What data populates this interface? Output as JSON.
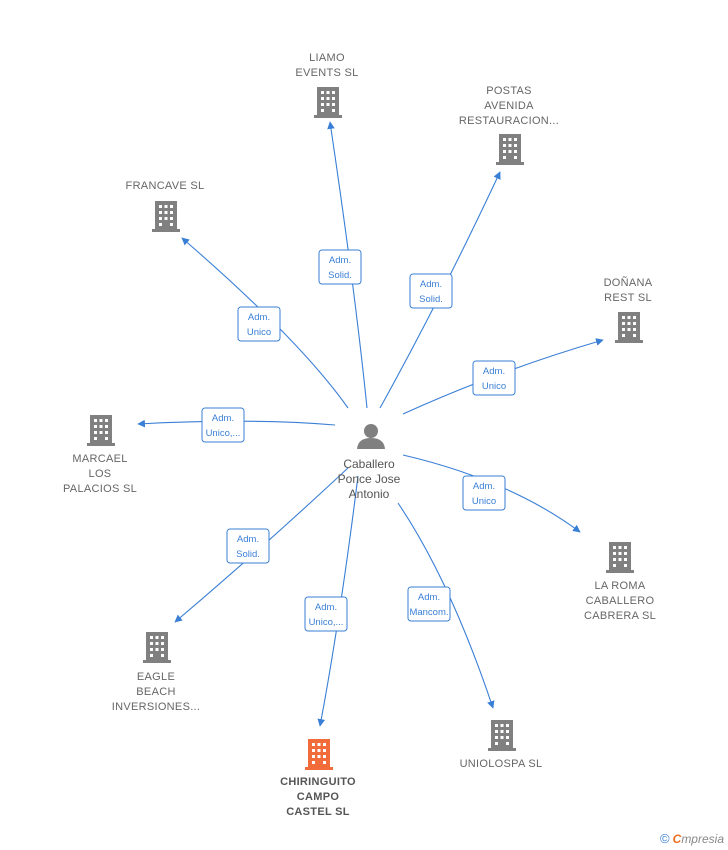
{
  "person": {
    "name_lines": [
      "Caballero",
      "Ponce Jose",
      "Antonio"
    ]
  },
  "companies": [
    {
      "id": "liamo",
      "lines": [
        "LIAMO",
        "EVENTS  SL"
      ],
      "highlight": false
    },
    {
      "id": "postas",
      "lines": [
        "POSTAS",
        "AVENIDA",
        "RESTAURACION..."
      ],
      "highlight": false
    },
    {
      "id": "francave",
      "lines": [
        "FRANCAVE  SL"
      ],
      "highlight": false
    },
    {
      "id": "donana",
      "lines": [
        "DOÑANA",
        "REST  SL"
      ],
      "highlight": false
    },
    {
      "id": "marcael",
      "lines": [
        "MARCAEL",
        "LOS",
        "PALACIOS  SL"
      ],
      "highlight": false
    },
    {
      "id": "laroma",
      "lines": [
        "LA ROMA",
        "CABALLERO",
        "CABRERA  SL"
      ],
      "highlight": false
    },
    {
      "id": "eagle",
      "lines": [
        "EAGLE",
        "BEACH",
        "INVERSIONES..."
      ],
      "highlight": false
    },
    {
      "id": "chiringuito",
      "lines": [
        "CHIRINGUITO",
        "CAMPO",
        "CASTEL  SL"
      ],
      "highlight": true
    },
    {
      "id": "uniolospa",
      "lines": [
        "UNIOLOSPA  SL"
      ],
      "highlight": false
    }
  ],
  "edges": [
    {
      "to": "liamo",
      "lines": [
        "Adm.",
        "Solid."
      ]
    },
    {
      "to": "postas",
      "lines": [
        "Adm.",
        "Solid."
      ]
    },
    {
      "to": "francave",
      "lines": [
        "Adm.",
        "Unico"
      ]
    },
    {
      "to": "donana",
      "lines": [
        "Adm.",
        "Unico"
      ]
    },
    {
      "to": "marcael",
      "lines": [
        "Adm.",
        "Unico,..."
      ]
    },
    {
      "to": "laroma",
      "lines": [
        "Adm.",
        "Unico"
      ]
    },
    {
      "to": "eagle",
      "lines": [
        "Adm.",
        "Solid."
      ]
    },
    {
      "to": "chiringuito",
      "lines": [
        "Adm.",
        "Unico,..."
      ]
    },
    {
      "to": "uniolospa",
      "lines": [
        "Adm.",
        "Mancom."
      ]
    }
  ],
  "colors": {
    "edge": "#3a7fd6",
    "building": "#808080",
    "highlight_building": "#f26b3a",
    "person": "#808080"
  },
  "footer": {
    "copyright": "©",
    "brand_first": "C",
    "brand_rest": "mpresia"
  }
}
